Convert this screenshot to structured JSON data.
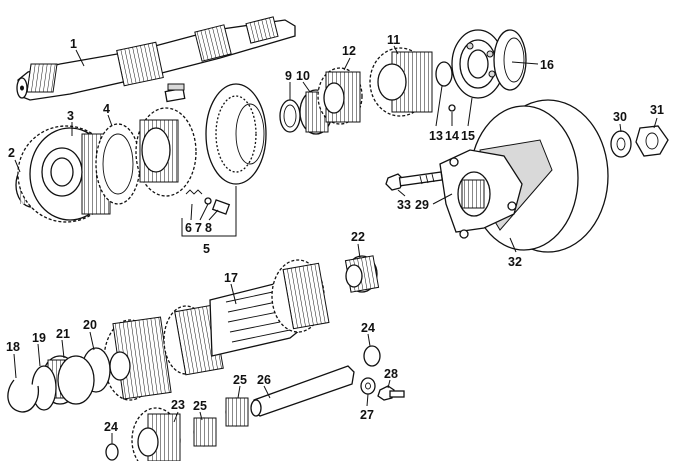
{
  "diagram": {
    "callouts": [
      {
        "id": "1",
        "text": "1"
      },
      {
        "id": "2",
        "text": "2"
      },
      {
        "id": "3",
        "text": "3"
      },
      {
        "id": "4",
        "text": "4"
      },
      {
        "id": "5",
        "text": "5"
      },
      {
        "id": "6",
        "text": "6"
      },
      {
        "id": "7",
        "text": "7"
      },
      {
        "id": "8",
        "text": "8"
      },
      {
        "id": "9",
        "text": "9"
      },
      {
        "id": "10",
        "text": "10"
      },
      {
        "id": "11",
        "text": "11"
      },
      {
        "id": "12",
        "text": "12"
      },
      {
        "id": "13",
        "text": "13"
      },
      {
        "id": "14",
        "text": "14"
      },
      {
        "id": "15",
        "text": "15"
      },
      {
        "id": "16",
        "text": "16"
      },
      {
        "id": "17",
        "text": "17"
      },
      {
        "id": "18",
        "text": "18"
      },
      {
        "id": "19",
        "text": "19"
      },
      {
        "id": "20",
        "text": "20"
      },
      {
        "id": "21",
        "text": "21"
      },
      {
        "id": "22",
        "text": "22"
      },
      {
        "id": "23",
        "text": "23"
      },
      {
        "id": "24a",
        "text": "24"
      },
      {
        "id": "24b",
        "text": "24"
      },
      {
        "id": "25a",
        "text": "25"
      },
      {
        "id": "25b",
        "text": "25"
      },
      {
        "id": "26",
        "text": "26"
      },
      {
        "id": "27",
        "text": "27"
      },
      {
        "id": "28",
        "text": "28"
      },
      {
        "id": "29",
        "text": "29"
      },
      {
        "id": "30",
        "text": "30"
      },
      {
        "id": "31",
        "text": "31"
      },
      {
        "id": "32",
        "text": "32"
      },
      {
        "id": "33",
        "text": "33"
      }
    ]
  }
}
